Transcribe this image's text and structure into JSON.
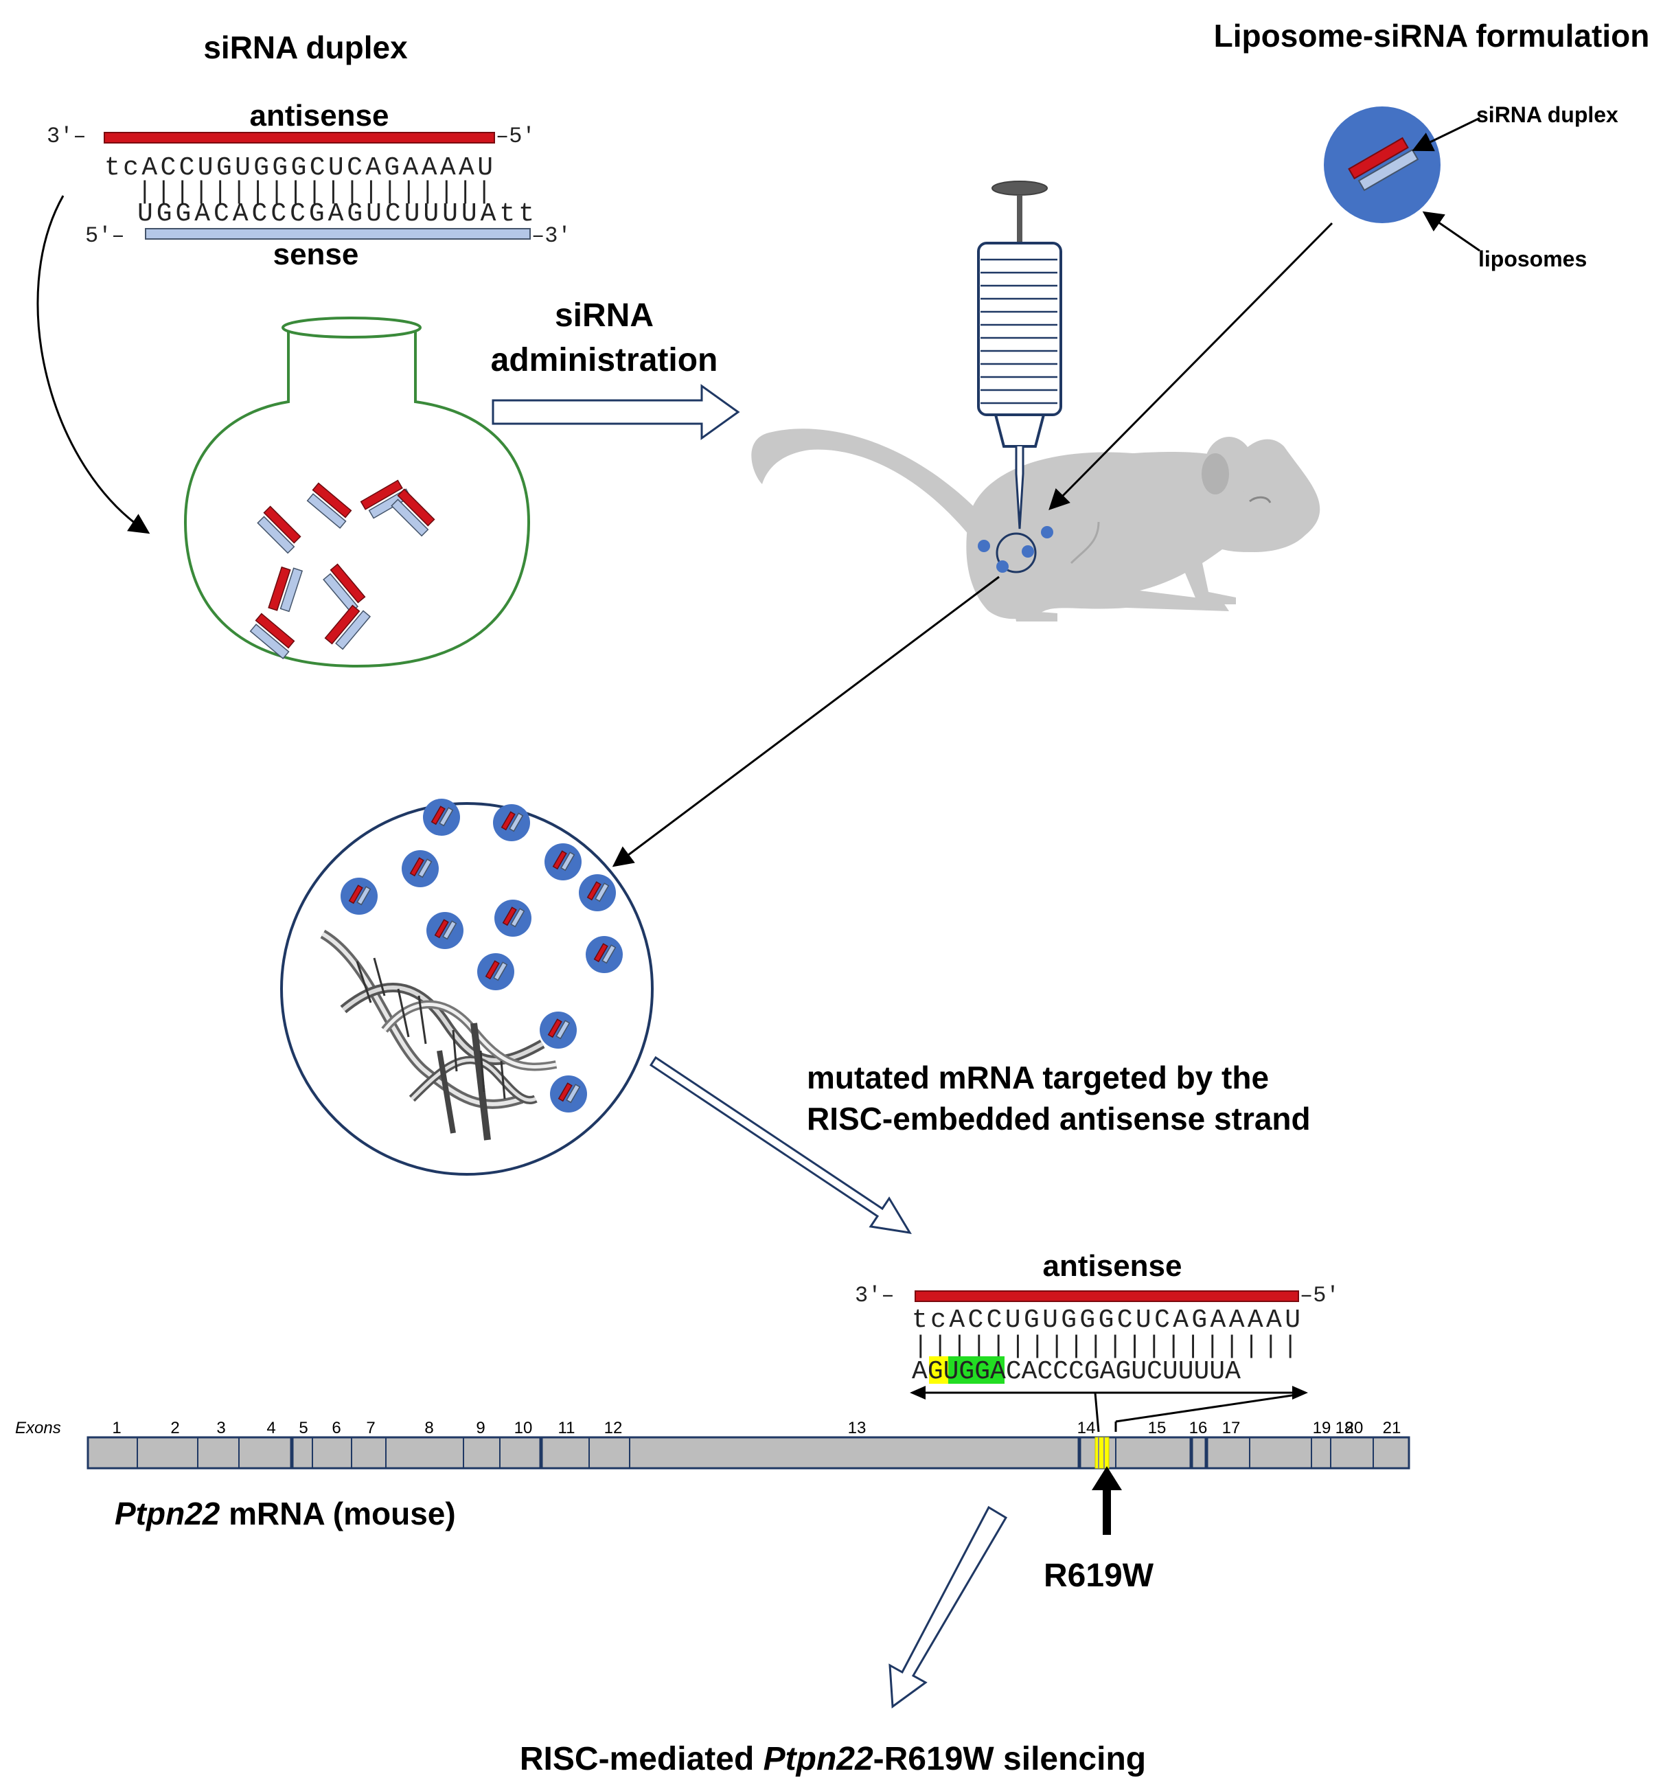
{
  "colors": {
    "antisense": "#d0141c",
    "sense": "#b4c7e7",
    "liposome": "#4472c4",
    "flask": "#3a8a3a",
    "mouse": "#c8c8c8",
    "exon": "#bdbdbd",
    "highlight_yellow": "#ffff00",
    "highlight_green": "#22dd22"
  },
  "duplex": {
    "title": "siRNA duplex",
    "antisense_label": "antisense",
    "sense_label": "sense",
    "end_3_top": "3′–",
    "end_5_top": "–5′",
    "end_5_bottom": "5′–",
    "end_3_bottom": "–3′",
    "antisense_seq": "tcACCUGUGGGCUCAGAAAAU",
    "pairing": "|||||||||||||||||||",
    "sense_seq": "UGGACACCCGAGUCUUUUAtt"
  },
  "administration": {
    "line1": "siRNA",
    "line2": "administration"
  },
  "formulation": {
    "title": "Liposome-siRNA formulation",
    "duplex_label": "siRNA duplex",
    "liposomes_label": "liposomes"
  },
  "targeting": {
    "line1": "mutated mRNA targeted by the",
    "line2": "RISC-embedded antisense strand"
  },
  "target": {
    "antisense_label": "antisense",
    "end_3": "3′–",
    "end_5": "–5′",
    "antisense_seq": "tcACCUGUGGGCUCAGAAAAU",
    "pairing": "||||||||||||||||||||",
    "mrna_prefix": "A",
    "mrna_yellow": "G",
    "mrna_green": "UGG",
    "mrna_rest": "ACACCCGAGUCUUUUA"
  },
  "mrna": {
    "exons_label": "Exons",
    "exon_numbers": [
      "1",
      "2",
      "3",
      "4",
      "5",
      "6",
      "7",
      "8",
      "9",
      "10",
      "11",
      "12",
      "13",
      "14",
      "15",
      "16",
      "17",
      "18",
      "19",
      "20",
      "21"
    ],
    "gene_italic": "Ptpn22",
    "gene_rest": " mRNA (mouse)",
    "mutation": "R619W"
  },
  "silencing": {
    "prefix": "RISC-mediated ",
    "gene_italic": "Ptpn22",
    "suffix": "-R619W silencing"
  }
}
